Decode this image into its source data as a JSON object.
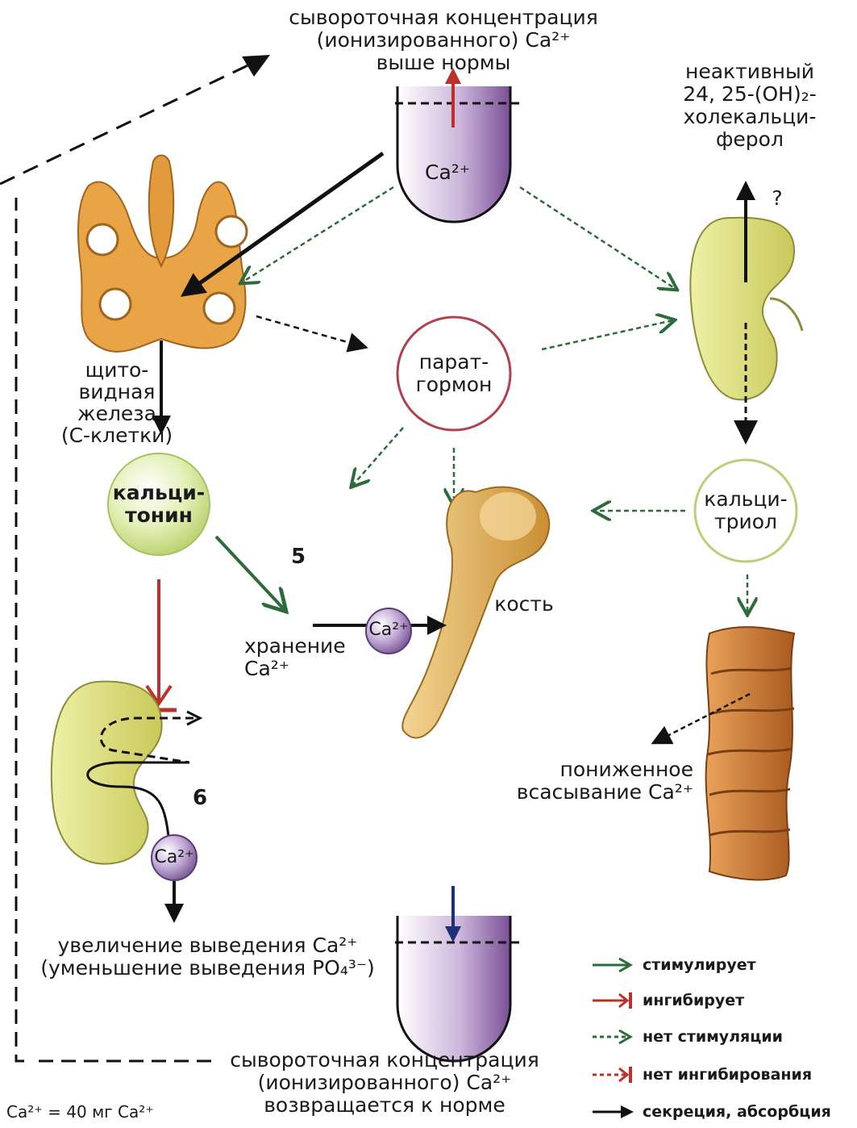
{
  "top_label": {
    "line1": "сывороточная концентрация",
    "line2": "(ионизированного) Ca²⁺",
    "line3": "выше нормы"
  },
  "top_beaker_ion": "Ca²⁺",
  "inactive_label": {
    "line1": "неактивный",
    "line2": "24, 25-(OH)₂-",
    "line3": "холекальци-",
    "line4": "ферол"
  },
  "question_mark": "?",
  "thyroid_label": {
    "line1": "щито-",
    "line2": "видная",
    "line3": "железа",
    "line4": "(С-клетки)"
  },
  "parathormone": {
    "line1": "парат-",
    "line2": "гормон"
  },
  "calcitonin": {
    "line1": "кальци-",
    "line2": "тонин"
  },
  "calcitriol": {
    "line1": "кальци-",
    "line2": "триол"
  },
  "step5": "5",
  "step6": "6",
  "storage_label": {
    "line1": "хранение",
    "line2": "Ca²⁺"
  },
  "bone_ion": "Ca²⁺",
  "bone_label": "кость",
  "kidney_ion": "Ca²⁺",
  "reduced_absorption": {
    "line1": "пониженное",
    "line2": "всасывание Ca²⁺"
  },
  "excretion_label": {
    "line1": "увеличение выведения Ca²⁺",
    "line2": "(уменьшение выведения PO₄³⁻)"
  },
  "bottom_label": {
    "line1": "сывороточная концентрация",
    "line2": "(ионизированного) Ca²⁺",
    "line3": "возвращается к норме"
  },
  "footnote": "Ca²⁺ = 40 мг Ca²⁺",
  "legend": [
    {
      "label": "стимулирует",
      "style": "stimulates",
      "color": "#2e6b3a"
    },
    {
      "label": "ингибирует",
      "style": "inhibits",
      "color": "#c0302a"
    },
    {
      "label": "нет стимуляции",
      "style": "no-stimulation",
      "color": "#2e6b3a"
    },
    {
      "label": "нет ингибирования",
      "style": "no-inhibition",
      "color": "#c0302a"
    },
    {
      "label": "секреция, абсорбция",
      "style": "secretion",
      "color": "#111111"
    }
  ],
  "colors": {
    "stimulate": "#2e6b3a",
    "inhibit": "#c0302a",
    "ca_ball": "#8e6aa8",
    "beaker": "#7a4f96",
    "thyroid": "#e9a447",
    "kidney": "#d8d672",
    "bone": "#e2b25a",
    "intestine": "#c8782e"
  }
}
